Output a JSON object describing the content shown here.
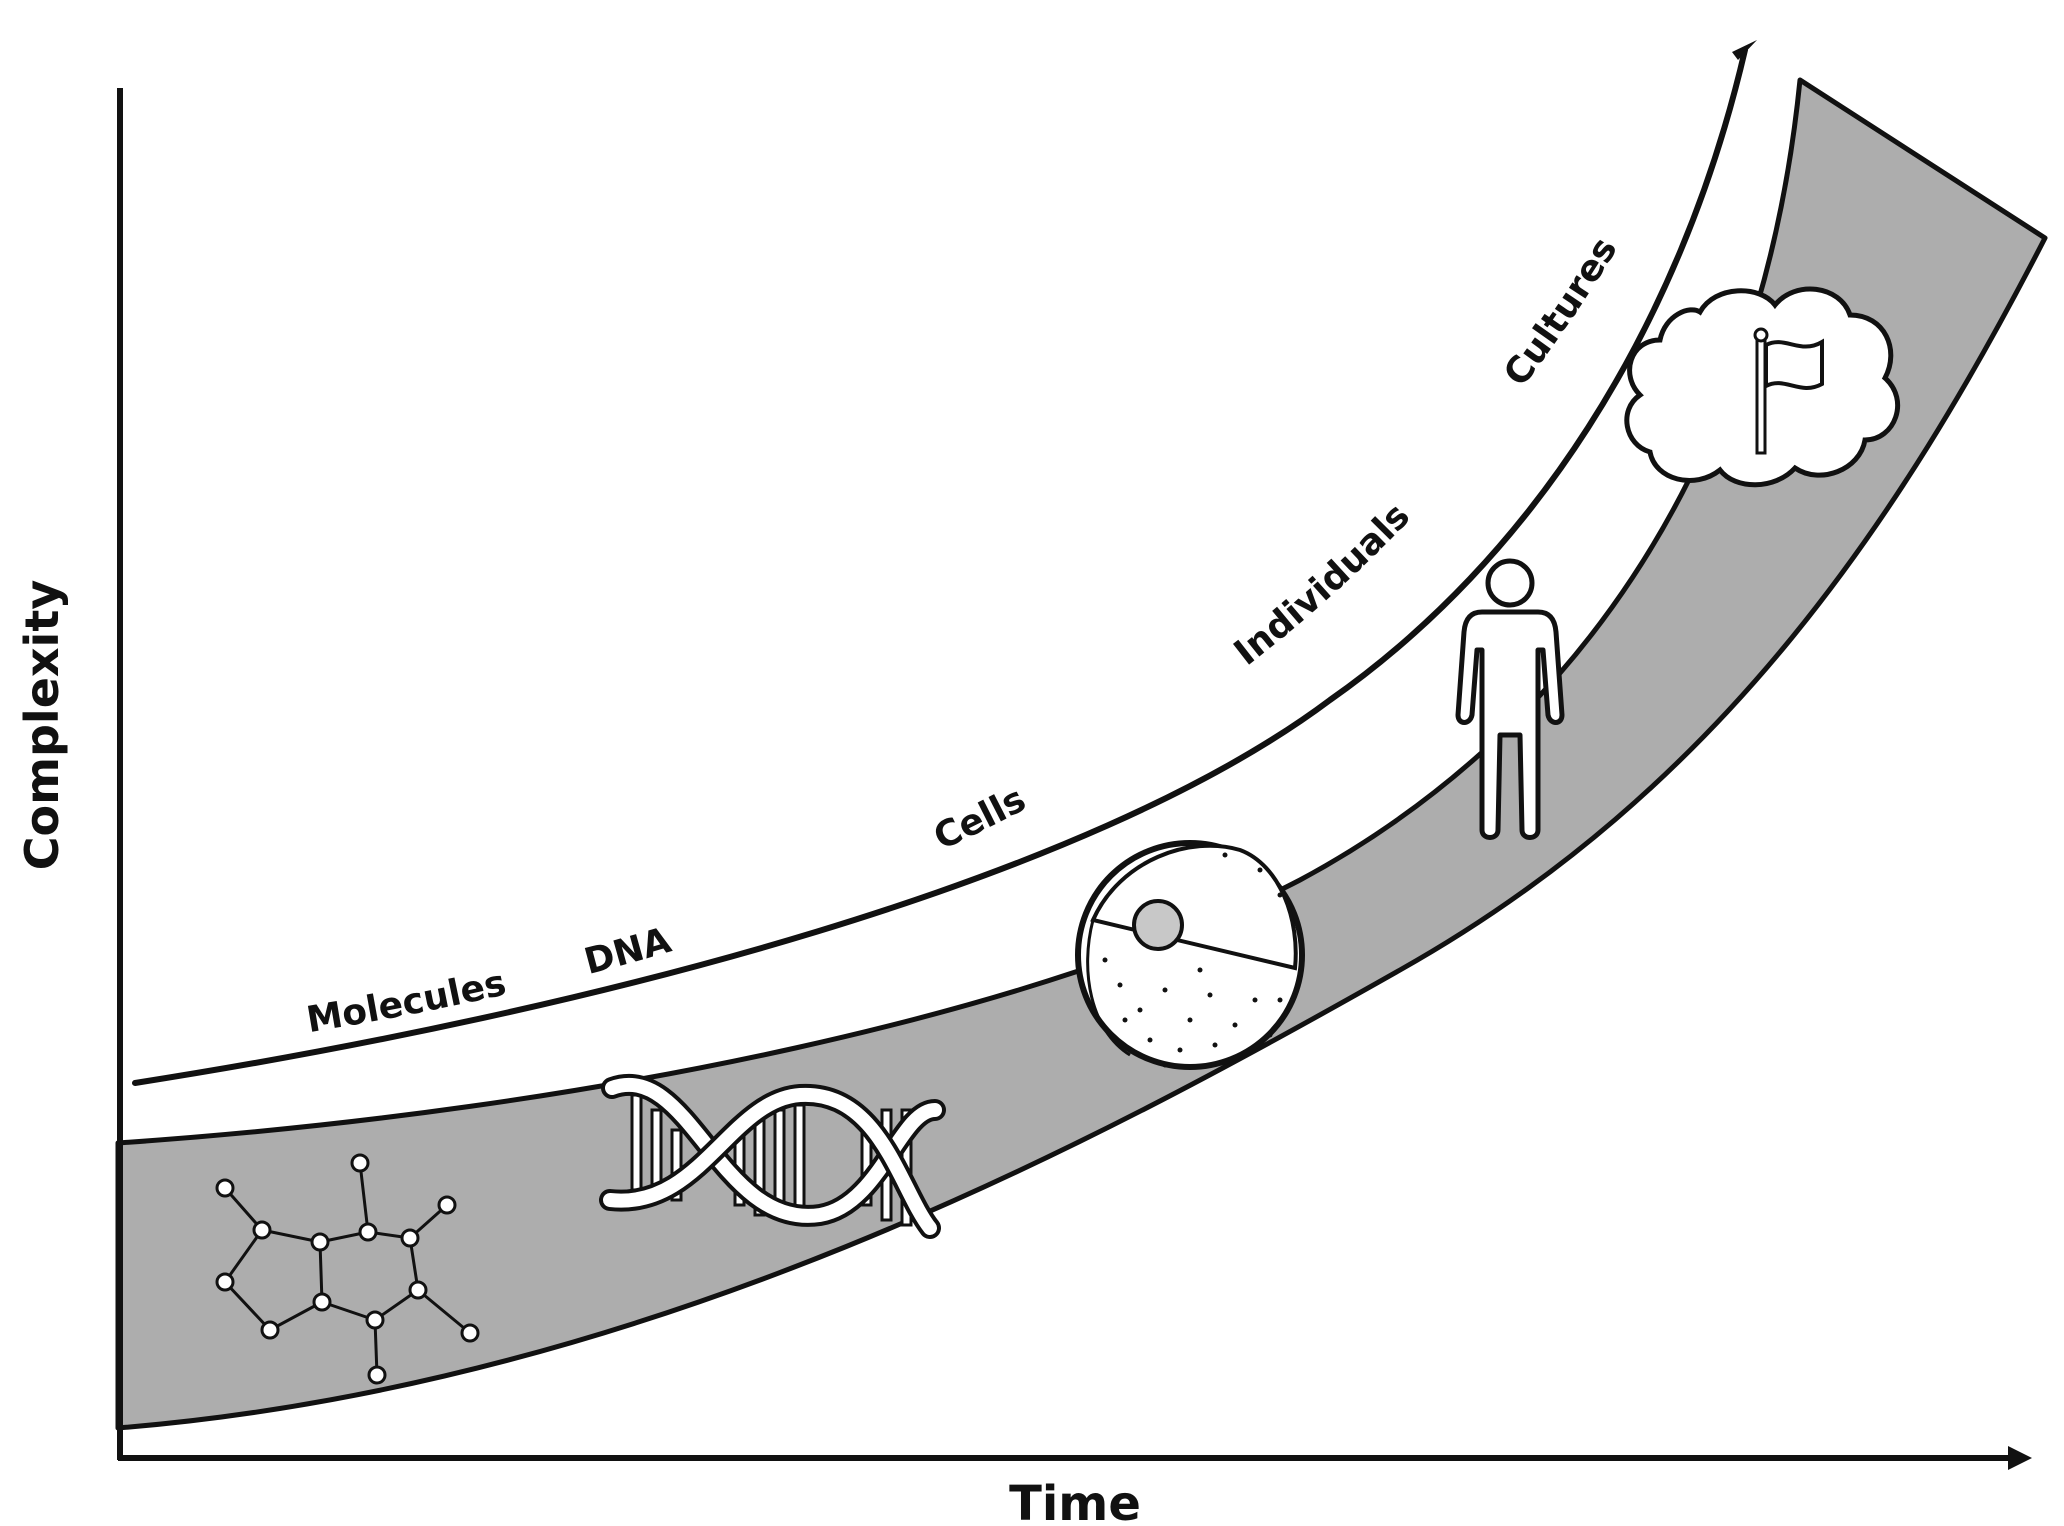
{
  "axes": {
    "x_label": "Time",
    "y_label": "Complexity"
  },
  "stages": [
    {
      "label": "Molecules",
      "icon": "molecule-icon"
    },
    {
      "label": "DNA",
      "icon": "dna-helix-icon"
    },
    {
      "label": "Cells",
      "icon": "cell-icon"
    },
    {
      "label": "Individuals",
      "icon": "person-icon"
    },
    {
      "label": "Cultures",
      "icon": "cloud-flag-icon"
    }
  ],
  "colors": {
    "band": "#adadad",
    "ink": "#111111",
    "nucleus": "#c8c8c8"
  }
}
